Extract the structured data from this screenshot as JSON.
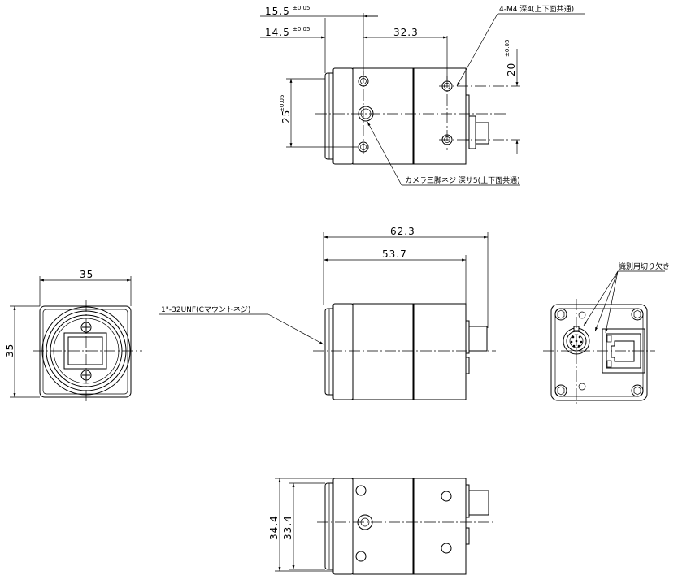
{
  "dimensions": {
    "top_15_5": "15.5",
    "top_14_5": "14.5",
    "tol_pm005_a": "±0.05",
    "tol_pm005_b": "±0.05",
    "top_32_3": "32.3",
    "top_20": "20",
    "tol_pm005_c": "±0.05",
    "top_25": "25",
    "tol_pm005_d": "±0.05",
    "side_62_3": "62.3",
    "side_53_7": "53.7",
    "front_35_w": "35",
    "front_35_h": "35",
    "bottom_34_4": "34.4",
    "bottom_33_4": "33.4"
  },
  "notes": {
    "m4_holes": "4-M4 深4(上下面共通)",
    "tripod": "カメラ三脚ネジ 深サ5(上下面共通)",
    "c_mount": "1\"-32UNF(Cマウントネジ)",
    "rotation_notch": "識別用切り欠き"
  }
}
